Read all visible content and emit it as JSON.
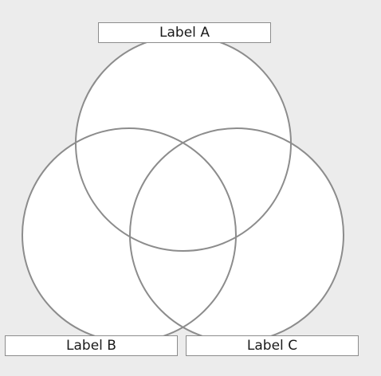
{
  "diagram": {
    "type": "venn",
    "sets": [
      {
        "id": "a",
        "label": "Label A"
      },
      {
        "id": "b",
        "label": "Label B"
      },
      {
        "id": "c",
        "label": "Label C"
      }
    ]
  },
  "colors": {
    "background": "#ececec",
    "circle_fill": "#ffffff",
    "circle_stroke": "#8c8c8c",
    "label_border": "#8c8c8c",
    "text": "#1a1a1a"
  }
}
